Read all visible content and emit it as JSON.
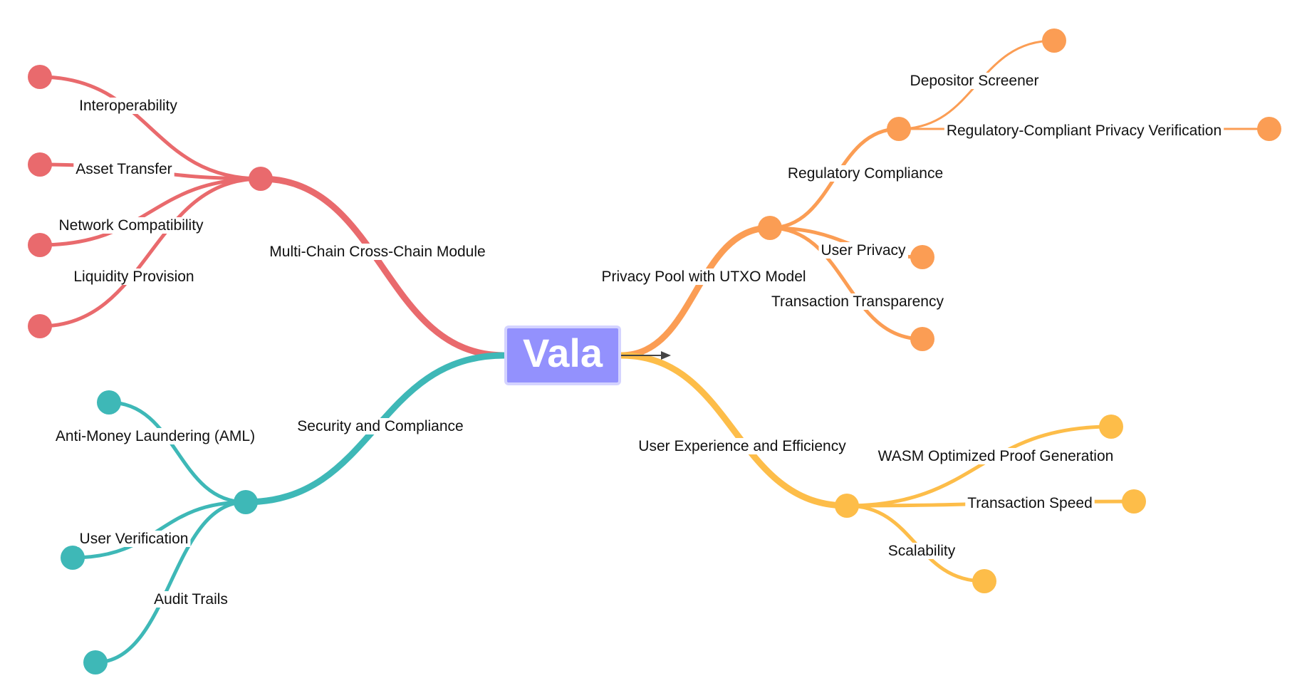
{
  "root": {
    "label": "Vala"
  },
  "branches": [
    {
      "label": "Multi-Chain Cross-Chain Module",
      "color": "#e96a6d",
      "children": [
        {
          "label": "Interoperability"
        },
        {
          "label": "Asset Transfer"
        },
        {
          "label": "Network Compatibility"
        },
        {
          "label": "Liquidity Provision"
        }
      ]
    },
    {
      "label": "Security and Compliance",
      "color": "#3eb8b7",
      "children": [
        {
          "label": "Anti-Money Laundering (AML)"
        },
        {
          "label": "User Verification"
        },
        {
          "label": "Audit Trails"
        }
      ]
    },
    {
      "label": "Privacy Pool with UTXO Model",
      "color": "#fb9d54",
      "children": [
        {
          "label": "Regulatory Compliance",
          "children": [
            {
              "label": "Depositor Screener"
            },
            {
              "label": "Regulatory-Compliant Privacy Verification"
            }
          ]
        },
        {
          "label": "User Privacy"
        },
        {
          "label": "Transaction Transparency"
        }
      ]
    },
    {
      "label": "User Experience and Efficiency",
      "color": "#fdbd49",
      "children": [
        {
          "label": "WASM Optimized Proof Generation"
        },
        {
          "label": "Transaction Speed"
        },
        {
          "label": "Scalability"
        }
      ]
    }
  ]
}
